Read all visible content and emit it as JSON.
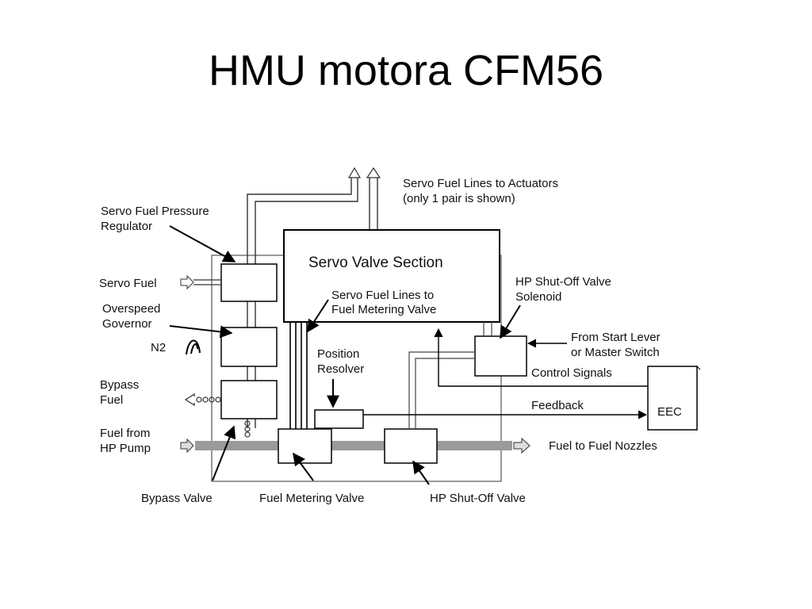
{
  "slide": {
    "title": "HMU motora CFM56"
  },
  "diagram": {
    "servo_lines_actuators": [
      "Servo Fuel Lines to Actuators",
      "(only 1 pair is shown)"
    ],
    "servo_valve_section": "Servo Valve Section",
    "servo_lines_metering": [
      "Servo Fuel Lines to",
      "Fuel Metering Valve"
    ],
    "servo_fuel_pressure_regulator": [
      "Servo Fuel Pressure",
      "Regulator"
    ],
    "servo_fuel": "Servo Fuel",
    "overspeed_governor": [
      "Overspeed",
      "Governor"
    ],
    "n2": "N2",
    "bypass_fuel": [
      "Bypass",
      "Fuel"
    ],
    "fuel_from_hp_pump": [
      "Fuel from",
      "HP Pump"
    ],
    "position_resolver": [
      "Position",
      "Resolver"
    ],
    "hp_shutoff_solenoid": [
      "HP Shut-Off Valve",
      "Solenoid"
    ],
    "from_start_lever": [
      "From Start Lever",
      "or Master Switch"
    ],
    "control_signals": "Control Signals",
    "feedback": "Feedback",
    "eec": "EEC",
    "fuel_to_nozzles": "Fuel to Fuel Nozzles",
    "bypass_valve": "Bypass Valve",
    "fuel_metering_valve": "Fuel Metering Valve",
    "hp_shutoff_valve": "HP Shut-Off Valve"
  }
}
